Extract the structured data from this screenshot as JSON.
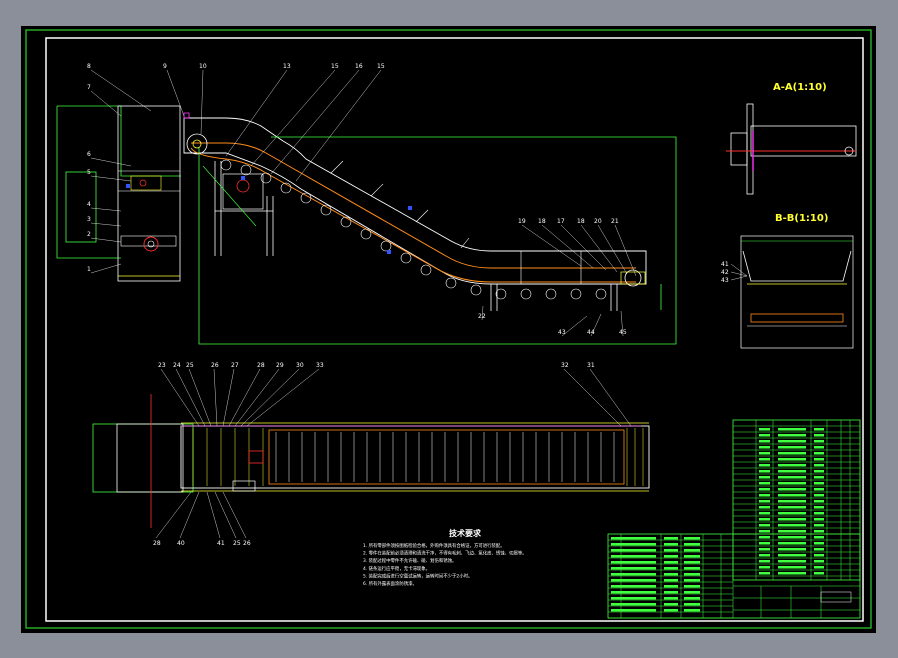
{
  "drawing": {
    "section_aa_title": "A-A(1:10)",
    "section_bb_title": "B-B(1:10)",
    "notes_title": "技术要求",
    "notes": [
      "1. 所有零部件须按图纸检验合格，外购件须具有合格证，方可进行装配。",
      "2. 零件在装配前必须清理和清洗干净，不得有毛刺、飞边、氧化皮、锈蚀、切屑等。",
      "3. 装配过程中零件不允许磕、碰、划伤和锈蚀。",
      "4. 链条运行应平稳，无卡滞现象。",
      "5. 装配完成后进行空载试运转，运转时间不少于2小时。",
      "6. 所有外露表面涂防锈漆。"
    ],
    "side_view_callouts": [
      "1",
      "2",
      "3",
      "4",
      "5",
      "6",
      "7",
      "8",
      "9",
      "10",
      "13",
      "15",
      "16",
      "15",
      "19",
      "18",
      "17",
      "18",
      "20",
      "21",
      "22",
      "43",
      "44",
      "45"
    ],
    "plan_view_callouts_top": [
      "23",
      "24",
      "25",
      "26",
      "27",
      "28",
      "29",
      "30",
      "33",
      "32",
      "31"
    ],
    "plan_view_callouts_bottom": [
      "28",
      "40",
      "41",
      "25",
      "26"
    ],
    "bb_callouts": [
      "41",
      "42",
      "43"
    ]
  },
  "colors": {
    "sheet": "#000000",
    "outer_border": "#22aa22",
    "inner_border": "#ffffff",
    "frame": "#ffffff",
    "chain": "#ff8c1a",
    "guide": "#ffff33",
    "dimension": "#40ff40",
    "center_line": "#ff3030",
    "marker": "#3355ff",
    "accent": "#ff33ff"
  },
  "icons": {
    "drive_motor": "gear-motor-icon",
    "sprocket": "sprocket-icon"
  }
}
